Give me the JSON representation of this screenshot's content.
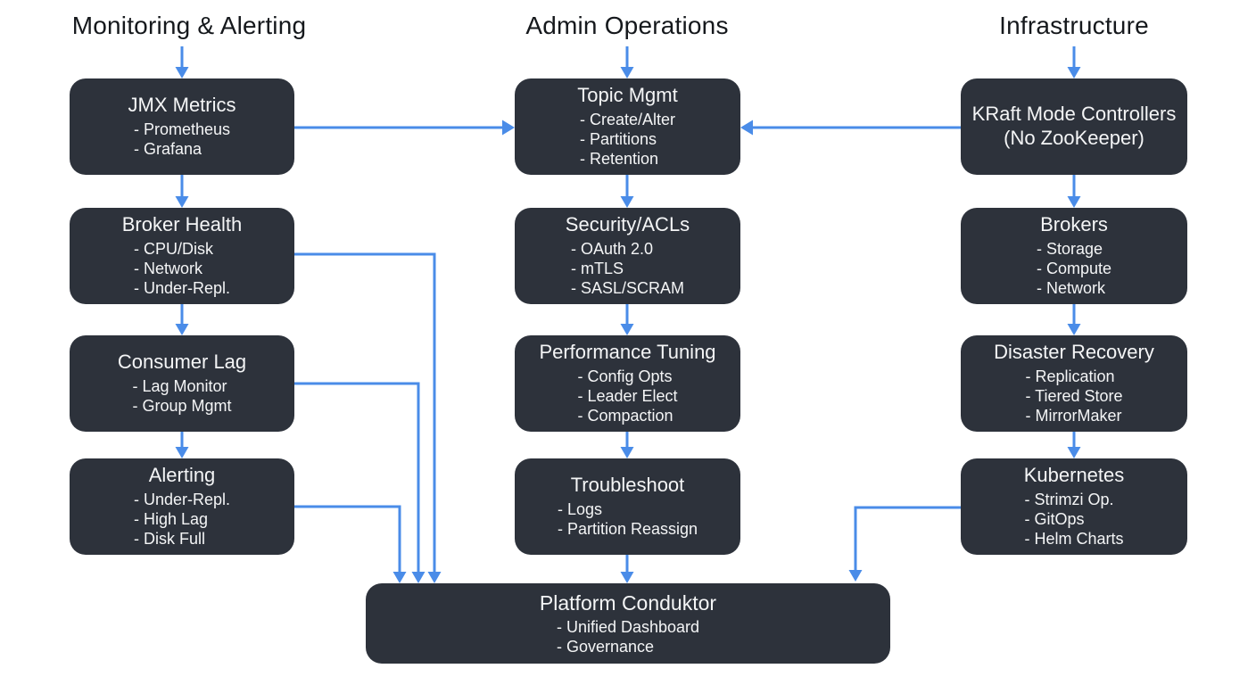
{
  "columns": [
    {
      "id": "monitoring",
      "header": "Monitoring & Alerting",
      "boxes": [
        {
          "title": "JMX Metrics",
          "items": [
            "- Prometheus",
            "- Grafana"
          ]
        },
        {
          "title": "Broker Health",
          "items": [
            "- CPU/Disk",
            "- Network",
            "- Under-Repl."
          ]
        },
        {
          "title": "Consumer Lag",
          "items": [
            "- Lag Monitor",
            "- Group Mgmt"
          ]
        },
        {
          "title": "Alerting",
          "items": [
            "- Under-Repl.",
            "- High Lag",
            "- Disk Full"
          ]
        }
      ]
    },
    {
      "id": "admin",
      "header": "Admin Operations",
      "boxes": [
        {
          "title": "Topic Mgmt",
          "items": [
            "- Create/Alter",
            "- Partitions",
            "- Retention"
          ]
        },
        {
          "title": "Security/ACLs",
          "items": [
            "- OAuth 2.0",
            "- mTLS",
            "- SASL/SCRAM"
          ]
        },
        {
          "title": "Performance Tuning",
          "items": [
            "- Config Opts",
            "- Leader Elect",
            "- Compaction"
          ]
        },
        {
          "title": "Troubleshoot",
          "items": [
            "- Logs",
            "- Partition Reassign"
          ]
        }
      ]
    },
    {
      "id": "infrastructure",
      "header": "Infrastructure",
      "boxes": [
        {
          "title": "KRaft Mode Controllers",
          "subtitle": "(No ZooKeeper)",
          "items": []
        },
        {
          "title": "Brokers",
          "items": [
            "- Storage",
            "- Compute",
            "- Network"
          ]
        },
        {
          "title": "Disaster Recovery",
          "items": [
            "- Replication",
            "- Tiered Store",
            "- MirrorMaker"
          ]
        },
        {
          "title": "Kubernetes",
          "items": [
            "- Strimzi Op.",
            "- GitOps",
            "- Helm Charts"
          ]
        }
      ]
    }
  ],
  "footer_box": {
    "title": "Platform Conduktor",
    "items": [
      "- Unified Dashboard",
      "- Governance"
    ]
  },
  "colors": {
    "box_bg": "#2d323b",
    "box_text": "#f4f5f6",
    "arrow": "#4a8ce8",
    "header_text": "#15181c",
    "background": "#ffffff"
  }
}
